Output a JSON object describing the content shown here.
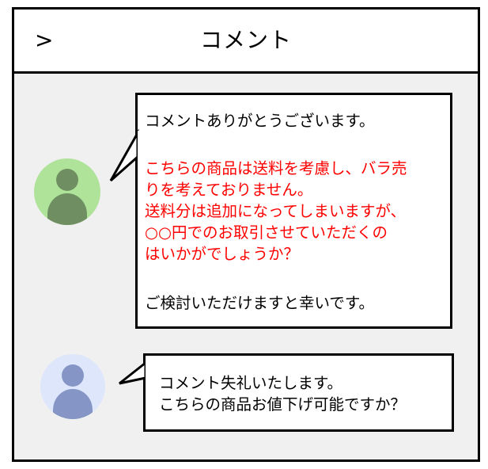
{
  "header": {
    "back_glyph": ">",
    "back_icon": "chevron-right-icon",
    "title": "コメント"
  },
  "colors": {
    "frame_border": "#000000",
    "body_bg": "#f0f0f0",
    "highlight_text": "#ff0000",
    "avatar_seller_bg": "#b0e39a",
    "avatar_seller_figure": "#6f8f62",
    "avatar_buyer_bg": "#dde6fb",
    "avatar_buyer_figure": "#8596c6"
  },
  "comments": [
    {
      "author_avatar": "user-icon-green",
      "lines": [
        {
          "text": "コメントありがとうございます。",
          "color": "black"
        },
        {
          "text": "",
          "color": "black"
        },
        {
          "text": "こちらの商品は送料を考慮し、バラ売",
          "color": "red"
        },
        {
          "text": "りを考えておりません。",
          "color": "red"
        },
        {
          "text": "送料分は追加になってしまいますが、",
          "color": "red"
        },
        {
          "text": "○○円でのお取引させていただくの",
          "color": "red"
        },
        {
          "text": "はいかがでしょうか？",
          "color": "red"
        },
        {
          "text": "",
          "color": "black"
        },
        {
          "text": "ご検討いただけますと幸いです。",
          "color": "black"
        }
      ]
    },
    {
      "author_avatar": "user-icon-blue",
      "lines": [
        {
          "text": "コメント失礼いたします。",
          "color": "black"
        },
        {
          "text": "こちらの商品お値下げ可能ですか？",
          "color": "black"
        }
      ]
    }
  ]
}
